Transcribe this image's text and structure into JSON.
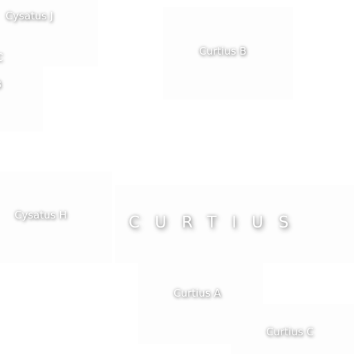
{
  "map": {
    "background_color": "#ffffff",
    "label_color": "#ffffff",
    "labels": {
      "cysatus_j": "Cysatus J",
      "curtius_b": "Curtius B",
      "cysatus_h": "Cysatus H",
      "curtius": "CURTIUS",
      "curtius_a": "Curtius A",
      "curtius_c": "Curtius C",
      "clipped_c": "C",
      "clipped_b": "B"
    }
  }
}
